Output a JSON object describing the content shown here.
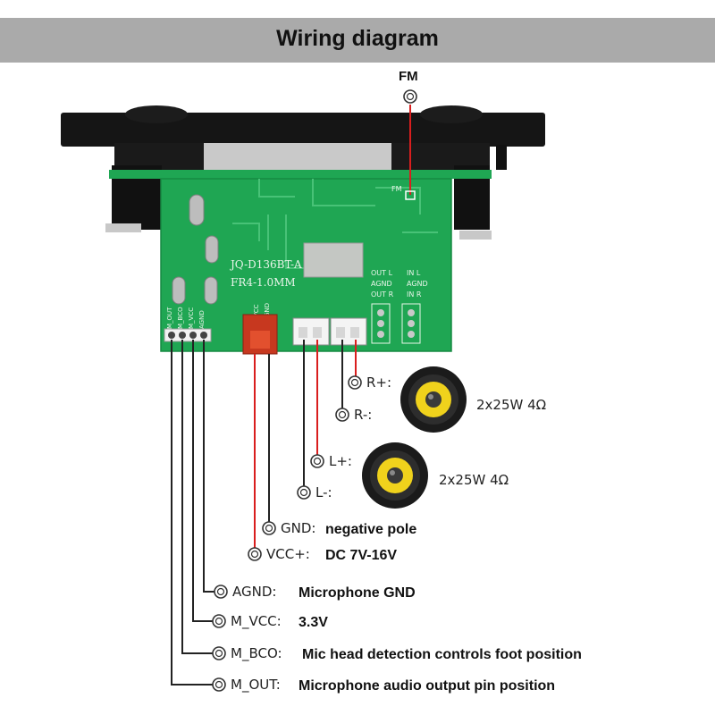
{
  "title": "Wiring diagram",
  "board": {
    "model": "JQ-D136BT-A",
    "spec": "FR4-1.0MM",
    "silk_fm": "FM",
    "silk_rows": [
      [
        "OUT L",
        "IN L"
      ],
      [
        "AGND",
        "AGND"
      ],
      [
        "OUT R",
        "IN R"
      ]
    ],
    "silk_mic_pins": [
      "M_OUT",
      "M_BCO",
      "M_VCC",
      "AGND"
    ],
    "silk_power": [
      "VCC",
      "GND"
    ]
  },
  "fm_label": "FM",
  "speakers": [
    {
      "spec": "2x25W 4Ω"
    },
    {
      "spec": "2x25W 4Ω"
    }
  ],
  "callouts": {
    "r_plus": {
      "label": "R+:"
    },
    "r_minus": {
      "label": "R-:"
    },
    "l_plus": {
      "label": "L+:"
    },
    "l_minus": {
      "label": "L-:"
    },
    "gnd": {
      "label": "GND:",
      "desc": "negative pole"
    },
    "vcc": {
      "label": "VCC+:",
      "desc": "DC 7V-16V"
    },
    "agnd": {
      "label": "AGND:",
      "desc": "Microphone GND"
    },
    "m_vcc": {
      "label": "M_VCC:",
      "desc": "3.3V"
    },
    "m_bco": {
      "label": "M_BCO:",
      "desc": "Mic head detection controls foot position"
    },
    "m_out": {
      "label": "M_OUT:",
      "desc": "Microphone audio output pin position"
    }
  },
  "colors": {
    "pcb": "#1fa653",
    "wire_red": "#d91e1e",
    "wire_black": "#222222",
    "speaker_cone": "#f0d21c"
  }
}
